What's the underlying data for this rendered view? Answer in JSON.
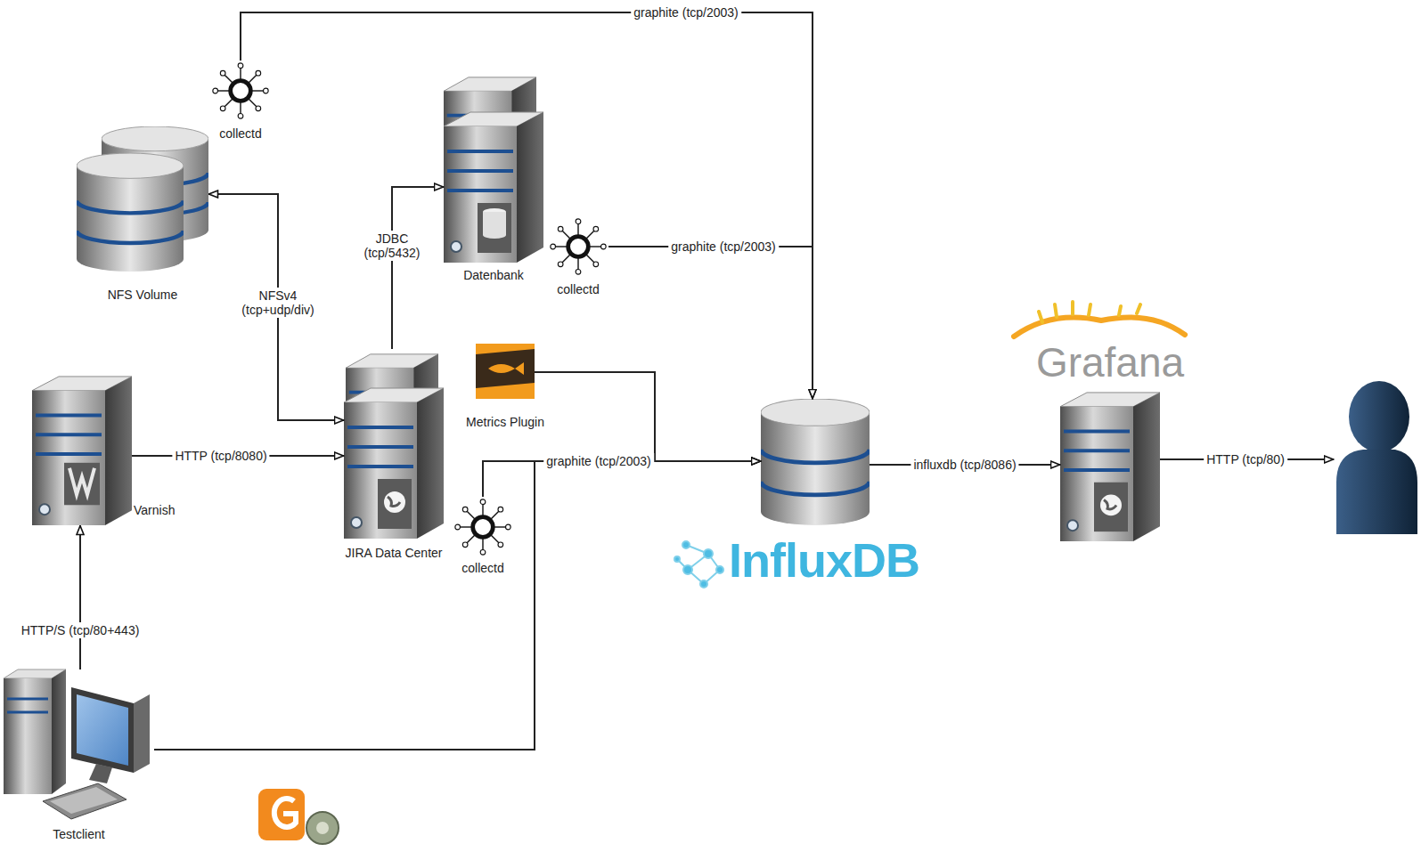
{
  "diagram": {
    "nodes": [
      {
        "text": [
          "collectd"
        ]
      },
      {
        "text": [
          "NFS Volume"
        ]
      },
      {
        "text": [
          "Datenbank"
        ]
      },
      {
        "text": [
          "collectd"
        ]
      },
      {
        "text": [
          "Metrics Plugin"
        ]
      },
      {
        "text": [
          "Varnish"
        ]
      },
      {
        "text": [
          "JIRA Data Center"
        ]
      },
      {
        "text": [
          "collectd"
        ]
      },
      {
        "text": [
          "InfluxDB"
        ]
      },
      {
        "text": [
          "Grafana"
        ]
      },
      {
        "text": []
      },
      {
        "text": [
          "Testclient"
        ]
      }
    ],
    "edges": [
      {
        "from": 0,
        "to": 8,
        "label": "graphite (tcp/2003)",
        "arrow": "to"
      },
      {
        "from": 3,
        "to": 8,
        "label": "graphite (tcp/2003)",
        "arrow": "to"
      },
      {
        "from": 7,
        "to": 8,
        "label": "graphite (tcp/2003)",
        "arrow": "to"
      },
      {
        "from": 4,
        "to": 8,
        "arrow": "to"
      },
      {
        "from": 11,
        "to": 8,
        "arrow": "to"
      },
      {
        "from": 6,
        "to": 1,
        "label": "NFSv4 (tcp+udp/div)",
        "arrow": "both"
      },
      {
        "from": 6,
        "to": 2,
        "label": "JDBC (tcp/5432)",
        "arrow": "to"
      },
      {
        "from": 5,
        "to": 6,
        "label": "HTTP (tcp/8080)",
        "arrow": "to"
      },
      {
        "from": 11,
        "to": 5,
        "label": "HTTP/S (tcp/80+443)",
        "arrow": "to"
      },
      {
        "from": 8,
        "to": 9,
        "label": "influxdb (tcp/8086)",
        "arrow": "to"
      },
      {
        "from": 9,
        "to": 10,
        "label": "HTTP (tcp/80)",
        "arrow": "to"
      }
    ]
  }
}
